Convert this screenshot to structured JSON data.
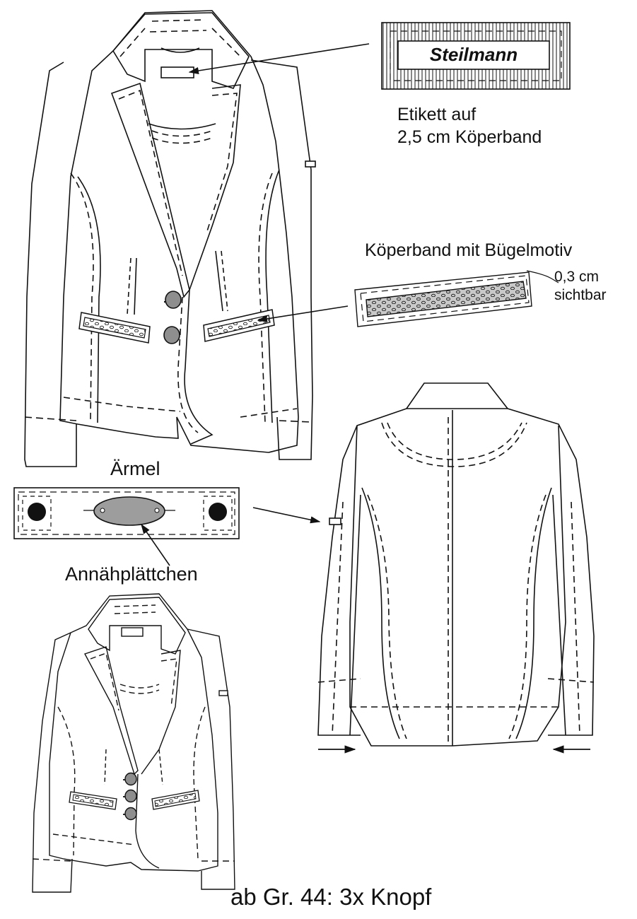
{
  "labels": {
    "brand": "Steilmann",
    "label_note_line1": "Etikett auf",
    "label_note_line2": "2,5 cm Köperband",
    "tape_title": "Köperband mit Bügelmotiv",
    "visible_line1": "0,3 cm",
    "visible_line2": "sichtbar",
    "sleeve_title": "Ärmel",
    "patch_title": "Annähplättchen",
    "size_note": "ab Gr. 44: 3x Knopf"
  },
  "colors": {
    "line": "#111111",
    "button_fill": "#8e8e8e",
    "patch_fill": "#9d9d9d",
    "tape_fill": "#c9c9c9"
  }
}
